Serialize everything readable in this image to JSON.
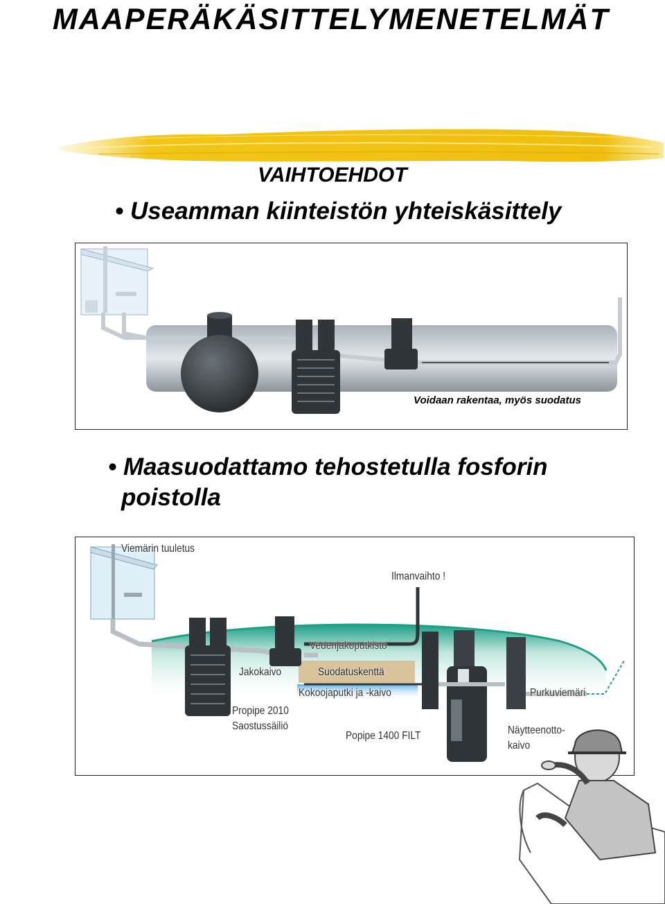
{
  "title": "MAAPERÄKÄSITTELYMENETELMÄT",
  "subheading": "VAIHTOEHDOT",
  "bullet_glyph": "•",
  "bullet1": "Useamman kiinteistön yhteiskäsittely",
  "diagram1": {
    "caption": "Voidaan rakentaa, myös suodatus"
  },
  "bullet2": {
    "line1": "Maasuodattamo tehostetulla fosforin",
    "line2": "poistolla"
  },
  "diagram2": {
    "labels": {
      "vent": "Viemärin tuuletus",
      "air": "Ilmanvaihto !",
      "distribution_pipe": "Vedenjakoputkisto",
      "filter_field": "Suodatuskenttä",
      "collector": "Kokoojaputki ja -kaivo",
      "distribution_well": "Jakokaivo",
      "tank_model": "Propipe 2010",
      "tank_name": "Saostussäiliö",
      "filter_unit": "Popipe 1400 FILT",
      "outlet": "Purkuviemäri",
      "sample_well_1": "Näytteenotto-",
      "sample_well_2": "kaivo"
    }
  },
  "colors": {
    "brush": "#f2c516",
    "soil_green": "#2aa58a",
    "field_tan": "#d8c39a",
    "water_blue": "#5ab0e6",
    "tank_dark": "#2f3438",
    "pipe_gray": "#b9bfc4"
  }
}
